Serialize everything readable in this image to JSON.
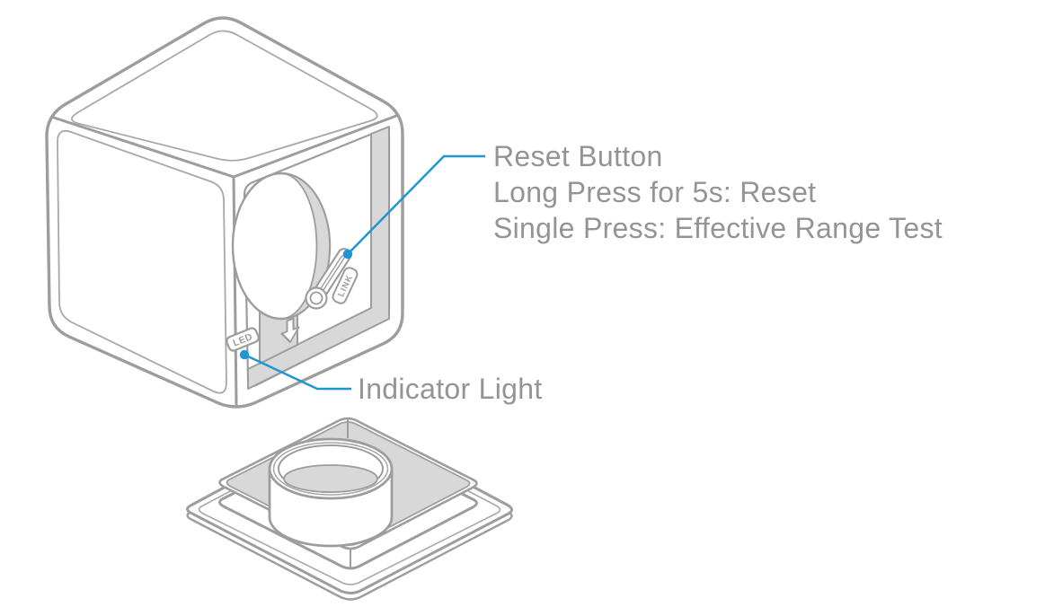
{
  "annotations": {
    "reset": {
      "line1": "Reset Button",
      "line2": "Long Press for 5s: Reset",
      "line3": "Single Press: Effective Range Test"
    },
    "indicator": {
      "label": "Indicator Light"
    }
  },
  "device": {
    "led_label": "LED",
    "link_label": "LINK"
  },
  "colors": {
    "outline_gray": "#9d9d9d",
    "shade_gray": "#d8d8d8",
    "leader_blue": "#1e96d3",
    "text_gray": "#929497",
    "background": "#ffffff"
  }
}
